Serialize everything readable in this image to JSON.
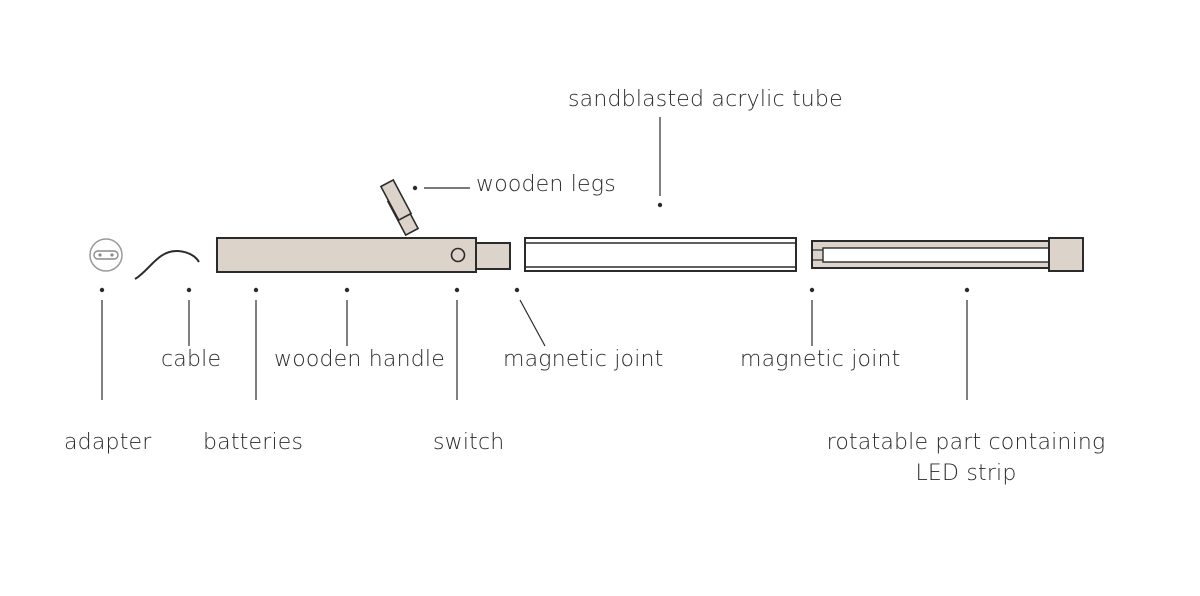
{
  "labels": {
    "sandblasted_acrylic_tube": "sandblasted acrylic tube",
    "wooden_legs": "wooden legs",
    "cable": "cable",
    "wooden_handle": "wooden handle",
    "magnetic_joint_1": "magnetic joint",
    "magnetic_joint_2": "magnetic joint",
    "adapter": "adapter",
    "batteries": "batteries",
    "switch": "switch",
    "rotatable_part_line1": "rotatable part containing",
    "rotatable_part_line2": "LED strip"
  },
  "colors": {
    "line": "#2b2b2b",
    "wood_fill": "#dcd4ca",
    "background": "#ffffff"
  }
}
